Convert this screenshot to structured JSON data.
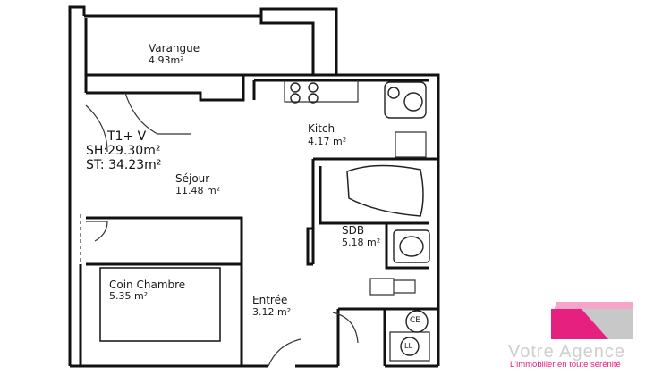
{
  "plan": {
    "type_line": "T1+ V",
    "sh_line": "SH:29.30m²",
    "st_line": "ST: 34.23m²"
  },
  "rooms": {
    "varangue": {
      "name": "Varangue",
      "area": "4.93m²"
    },
    "kitch": {
      "name": "Kitch",
      "area": "4.17 m²"
    },
    "sejour": {
      "name": "Séjour",
      "area": "11.48 m²"
    },
    "sdb": {
      "name": "SDB",
      "area": "5.18 m²"
    },
    "coin_chambre": {
      "name": "Coin Chambre",
      "area": "5.35 m²"
    },
    "entree": {
      "name": "Entrée",
      "area": "3.12 m²"
    }
  },
  "fixtures": {
    "ce": "CE",
    "ll": "LL"
  },
  "watermark": {
    "name": "Votre Agence",
    "tagline": "L'immobilier en toute sérénité",
    "colors": {
      "magenta": "#e6207f",
      "pink": "#f4a6c8",
      "grey": "#c8c8c8",
      "tagline": "#e6207f"
    }
  }
}
